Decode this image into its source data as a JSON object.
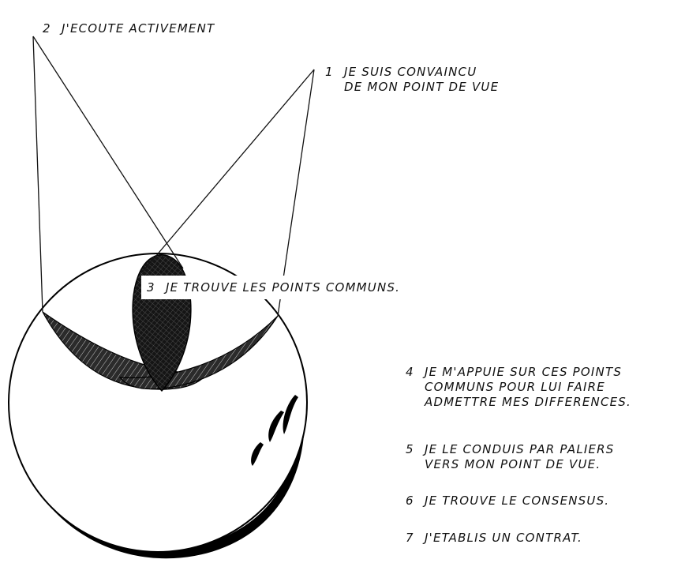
{
  "steps": [
    {
      "num": "1",
      "line1": "JE SUIS CONVAINCU",
      "line2": "DE MON POINT DE VUE"
    },
    {
      "num": "2",
      "line1": "J'ECOUTE ACTIVEMENT"
    },
    {
      "num": "3",
      "line1": "JE TROUVE LES POINTS COMMUNS."
    },
    {
      "num": "4",
      "line1": "JE M'APPUIE SUR CES POINTS",
      "line2": "COMMUNS POUR LUI FAIRE",
      "line3": "ADMETTRE MES DIFFERENCES."
    },
    {
      "num": "5",
      "line1": "JE LE CONDUIS PAR PALIERS",
      "line2": "VERS MON POINT DE VUE."
    },
    {
      "num": "6",
      "line1": "JE TROUVE LE CONSENSUS."
    },
    {
      "num": "7",
      "line1": "J'ETABLIS UN CONTRAT."
    }
  ],
  "colors": {
    "ink": "#111111",
    "paper": "#ffffff"
  }
}
